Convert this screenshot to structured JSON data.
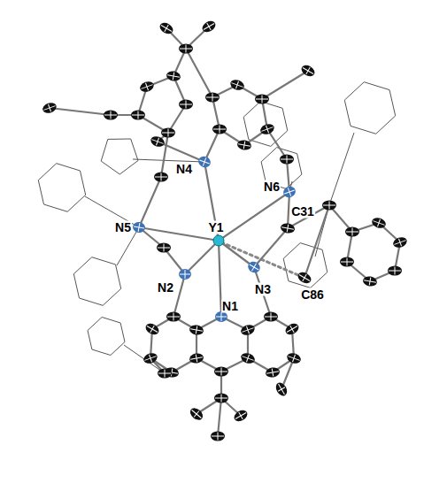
{
  "diagram": {
    "labels": [
      "N4",
      "N6",
      "N5",
      "Y1",
      "C31",
      "N2",
      "N3",
      "C86",
      "N1"
    ]
  }
}
